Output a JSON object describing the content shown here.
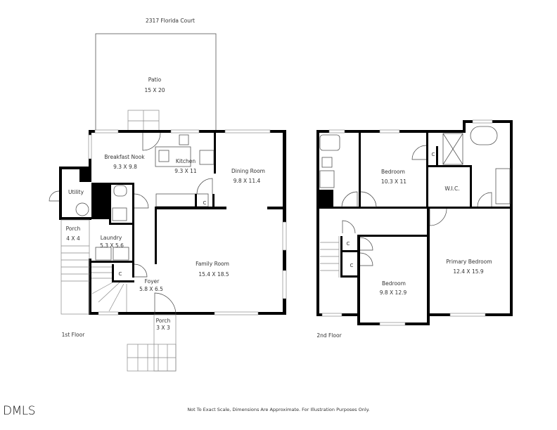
{
  "address": "2317 Florida Court",
  "floors": [
    {
      "label": "1st Floor",
      "rooms": [
        {
          "name": "Patio",
          "dims": "15 X 20"
        },
        {
          "name": "Breakfast Nook",
          "dims": "9.3 X 9.8"
        },
        {
          "name": "Kitchen",
          "dims": "9.3 X 11"
        },
        {
          "name": "Dining Room",
          "dims": "9.8 X 11.4"
        },
        {
          "name": "Utility",
          "dims": ""
        },
        {
          "name": "Porch",
          "dims": "4 X 4"
        },
        {
          "name": "Laundry",
          "dims": "5.3 X 5.6"
        },
        {
          "name": "Family Room",
          "dims": "15.4 X 18.5"
        },
        {
          "name": "Foyer",
          "dims": "5.8 X 6.5"
        },
        {
          "name": "Porch",
          "dims": "3 X 3"
        }
      ],
      "closets": [
        "C",
        "C"
      ]
    },
    {
      "label": "2nd Floor",
      "rooms": [
        {
          "name": "Bedroom",
          "dims": "10.3 X 11"
        },
        {
          "name": "W.I.C.",
          "dims": ""
        },
        {
          "name": "Primary Bedroom",
          "dims": "12.4 X 15.9"
        },
        {
          "name": "Bedroom",
          "dims": "9.8 X 12.9"
        }
      ],
      "closets": [
        "C",
        "C",
        "C"
      ]
    }
  ],
  "disclaimer": "Not To Exact Scale, Dimensions Are Approximate. For Illustration Purposes Only.",
  "logo": "DMLS"
}
